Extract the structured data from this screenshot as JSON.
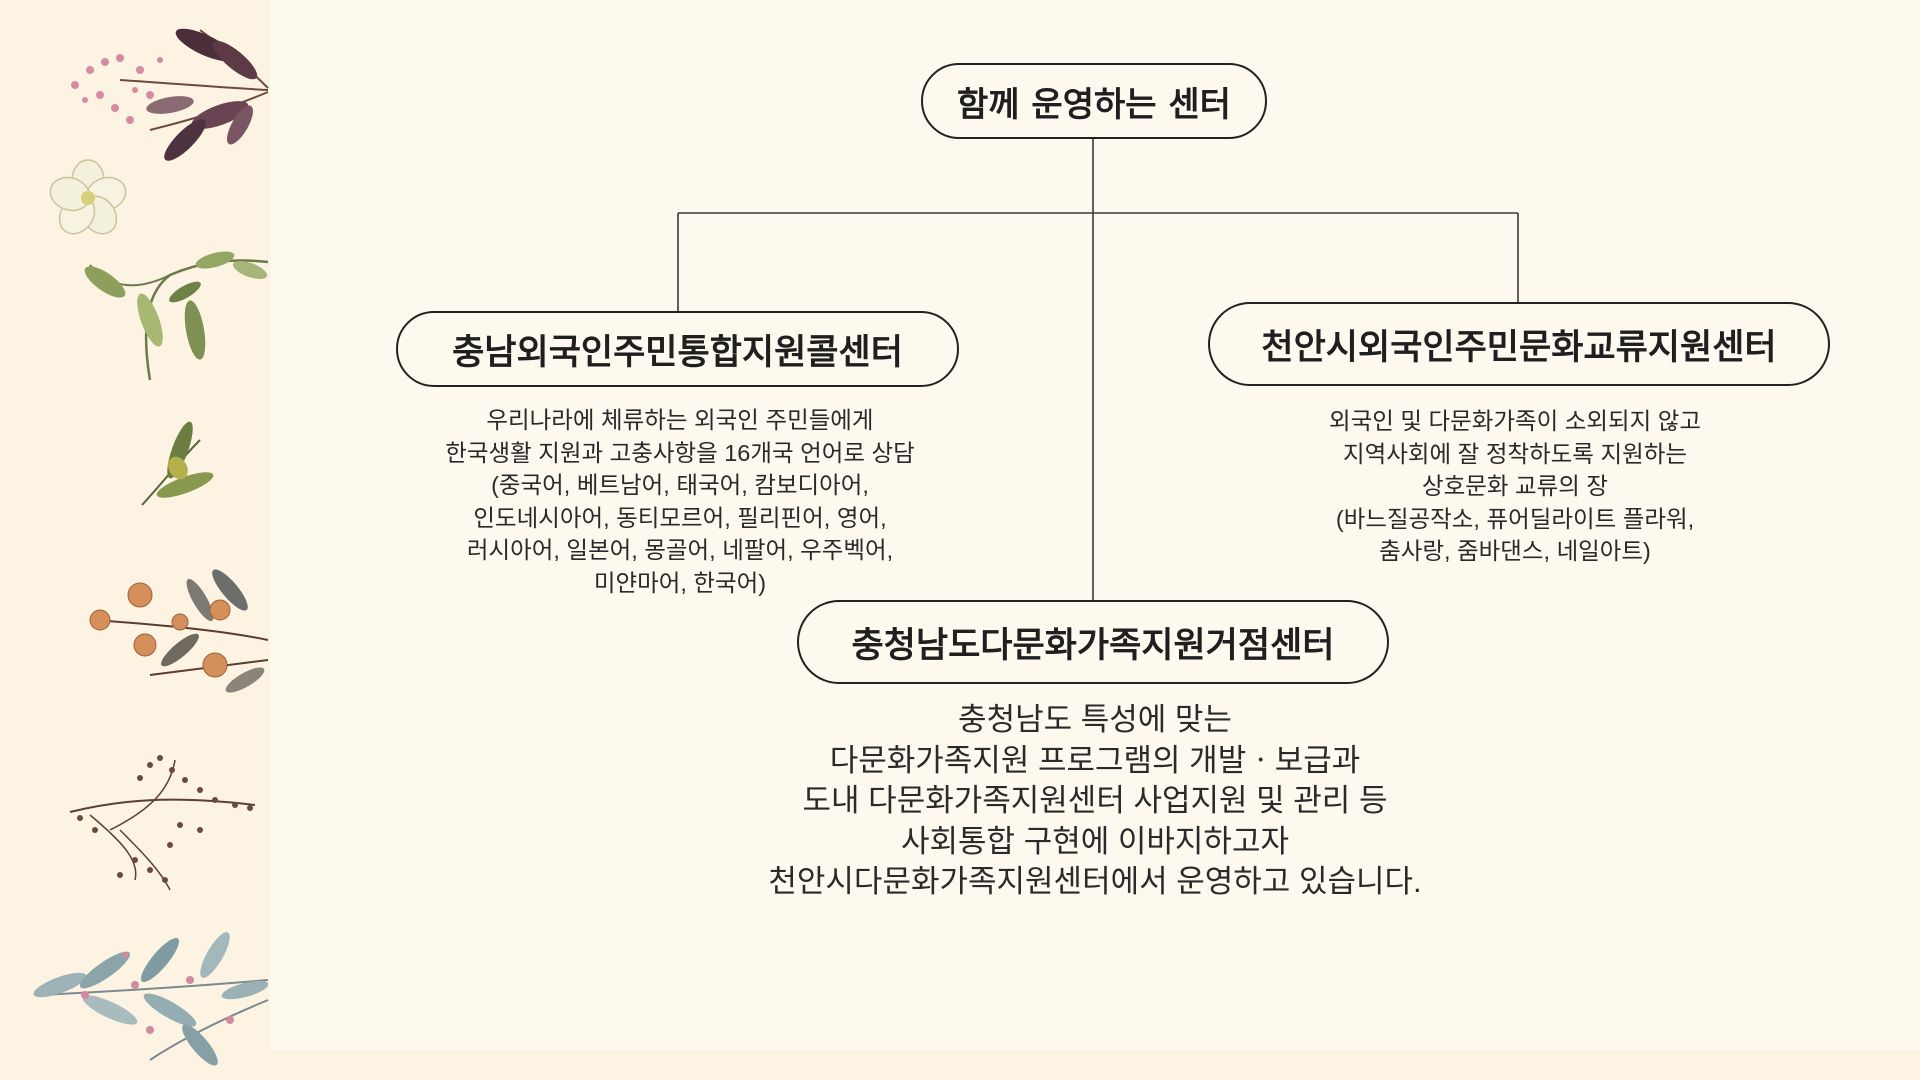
{
  "diagram": {
    "root": {
      "label": "함께 운영하는 센터"
    },
    "centers": [
      {
        "label": "충남외국인주민통합지원콜센터",
        "description": [
          "우리나라에 체류하는 외국인 주민들에게",
          "한국생활 지원과 고충사항을 16개국 언어로 상담",
          "(중국어, 베트남어, 태국어, 캄보디아어,",
          "인도네시아어, 동티모르어, 필리핀어, 영어,",
          "러시아어, 일본어, 몽골어, 네팔어, 우주벡어,",
          "미얀마어, 한국어)"
        ]
      },
      {
        "label": "천안시외국인주민문화교류지원센터",
        "description": [
          "외국인 및 다문화가족이 소외되지 않고",
          "지역사회에 잘 정착하도록 지원하는",
          "상호문화 교류의 장",
          "(바느질공작소, 퓨어딜라이트 플라워,",
          "춤사랑, 줌바댄스, 네일아트)"
        ]
      },
      {
        "label": "충청남도다문화가족지원거점센터",
        "description": [
          "충청남도 특성에 맞는",
          "다문화가족지원 프로그램의 개발ㆍ보급과",
          "도내 다문화가족지원센터 사업지원 및 관리 등",
          "사회통합 구현에 이바지하고자",
          "천안시다문화가족지원센터에서 운영하고 있습니다."
        ]
      }
    ]
  },
  "colors": {
    "background": "#fdf9ef",
    "side_strip": "#fcf3e3",
    "line": "#3a3a3a",
    "text": "#1f1f1f"
  },
  "decorations": [
    "purple-leaf-branch",
    "white-flower",
    "green-leaf-branch",
    "olive-sprig",
    "orange-flower-branch",
    "dried-seed-branch",
    "eucalyptus-branch"
  ]
}
